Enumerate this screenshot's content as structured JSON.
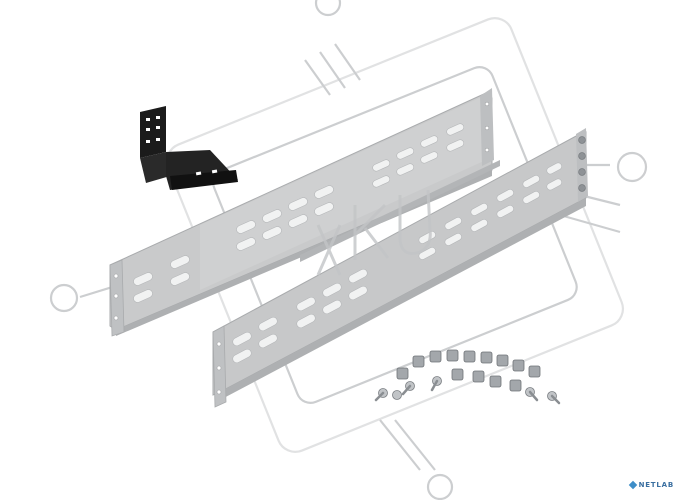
{
  "image": {
    "subject": "rack-rails-kit",
    "palette": {
      "background": "#ffffff",
      "rail": "#c9cacb",
      "rail_shade": "#aeb0b2",
      "rail_hole": "#f1f2f2",
      "bracket": "#1b1b1b",
      "hardware": "#9ea2a6",
      "watermark": "#b9bbbd",
      "logo_accent": "#3e8ec8"
    },
    "watermark_text": "xKU",
    "logo_text": "NETLAB"
  }
}
